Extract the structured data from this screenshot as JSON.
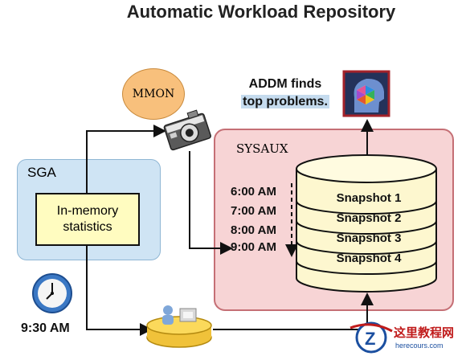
{
  "title": "Automatic Workload Repository",
  "sga": {
    "label": "SGA",
    "stats_line1": "In-memory",
    "stats_line2": "statistics"
  },
  "mmon": {
    "label": "MMON"
  },
  "sysaux": {
    "label": "SYSAUX",
    "times": [
      "6:00 AM",
      "7:00 AM",
      "8:00 AM",
      "9:00 AM"
    ],
    "snapshots": [
      "Snapshot 1",
      "Snapshot 2",
      "Snapshot 3",
      "Snapshot 4"
    ]
  },
  "addm": {
    "line1": "ADDM finds",
    "line2": "top problems."
  },
  "clock": {
    "time": "9:30 AM"
  },
  "watermark": {
    "name": "这里教程网",
    "url": "herecours.com"
  },
  "colors": {
    "sga_fill": "#cfe4f4",
    "stats_fill": "#fffcc0",
    "mmon_fill": "#f8c07c",
    "sysaux_fill": "#f7d4d5",
    "sysaux_border": "#c56f75",
    "cylinder_fill": "#fdf7cf"
  },
  "icons": [
    "camera-icon",
    "clock-icon",
    "users-icon",
    "brain-icon",
    "watermark-logo-icon"
  ]
}
